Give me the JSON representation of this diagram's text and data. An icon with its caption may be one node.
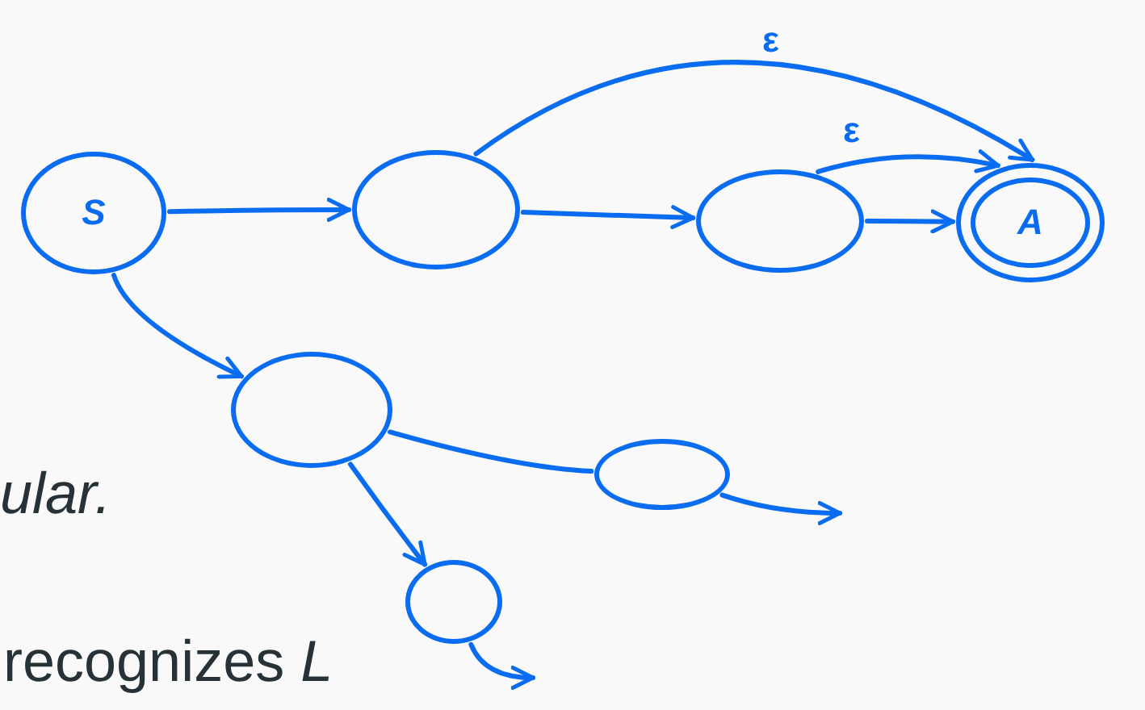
{
  "diagram": {
    "nodes": [
      {
        "text": [
          "S"
        ]
      },
      {
        "text": [],
        "shape": "circle"
      },
      {
        "text": [],
        "shape": "circle"
      },
      {
        "text": [
          "A"
        ]
      },
      {
        "text": [],
        "shape": "circle"
      },
      {
        "text": [],
        "shape": "circle"
      },
      {
        "text": [],
        "shape": "circle"
      }
    ],
    "edges": [
      {
        "from": 0,
        "to": 1,
        "arrow": "to"
      },
      {
        "from": 1,
        "to": 2,
        "arrow": "to"
      },
      {
        "from": 2,
        "to": 3,
        "arrow": "to"
      },
      {
        "from": 1,
        "to": 3,
        "label": "ε",
        "arrow": "to"
      },
      {
        "from": 2,
        "to": 3,
        "label": "ε",
        "arrow": "to"
      },
      {
        "from": 0,
        "to": 4,
        "arrow": "to"
      },
      {
        "from": 4,
        "to": 5,
        "arrow": "none"
      },
      {
        "from": 4,
        "to": 6,
        "arrow": "to"
      },
      {
        "from": 5,
        "to": null,
        "arrow": "to"
      },
      {
        "from": 6,
        "to": null,
        "arrow": "to"
      }
    ],
    "labels": [
      "ular.",
      "recognizes *L*"
    ]
  }
}
